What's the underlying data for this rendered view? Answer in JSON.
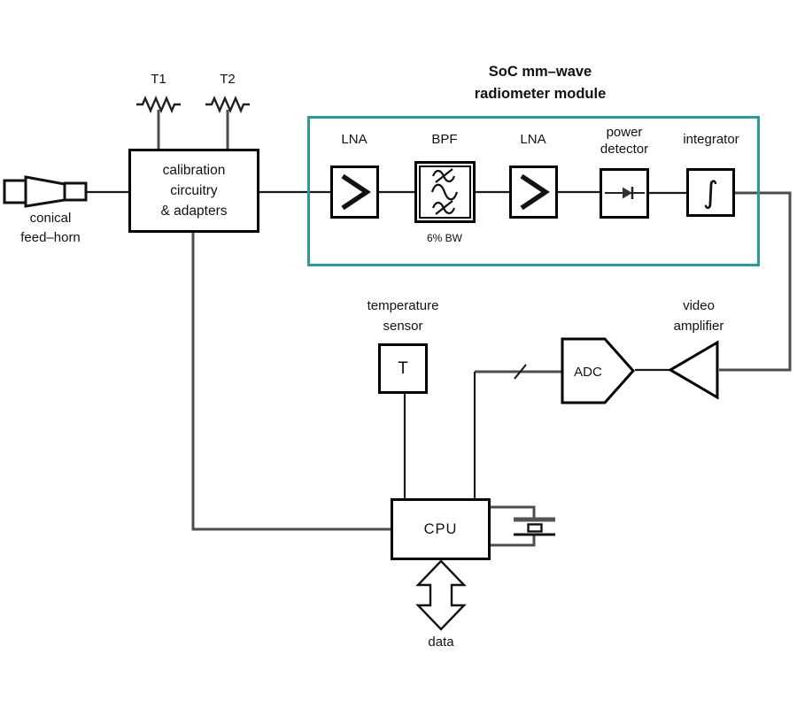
{
  "colors": {
    "module_border": "#2E9999",
    "wire_gray": "#4d4d4d",
    "line_black": "#1a1a1a",
    "background": "#ffffff"
  },
  "feed_horn": {
    "label_line1": "conical",
    "label_line2": "feed–horn"
  },
  "calibration": {
    "t1_label": "T1",
    "t2_label": "T2",
    "line1": "calibration",
    "line2": "circuitry",
    "line3": "& adapters"
  },
  "module": {
    "title_line1": "SoC mm–wave",
    "title_line2": "radiometer module",
    "lna1_label": "LNA",
    "bpf_label": "BPF",
    "bpf_bw_label": "6% BW",
    "lna2_label": "LNA",
    "power_detector_line1": "power",
    "power_detector_line2": "detector",
    "integrator_label": "integrator",
    "integrator_symbol": "∫"
  },
  "temperature_sensor": {
    "label_line1": "temperature",
    "label_line2": "sensor",
    "symbol": "T"
  },
  "video_amplifier": {
    "label_line1": "video",
    "label_line2": "amplifier"
  },
  "adc": {
    "label": "ADC"
  },
  "cpu": {
    "label": "CPU"
  },
  "data_port": {
    "label": "data"
  }
}
